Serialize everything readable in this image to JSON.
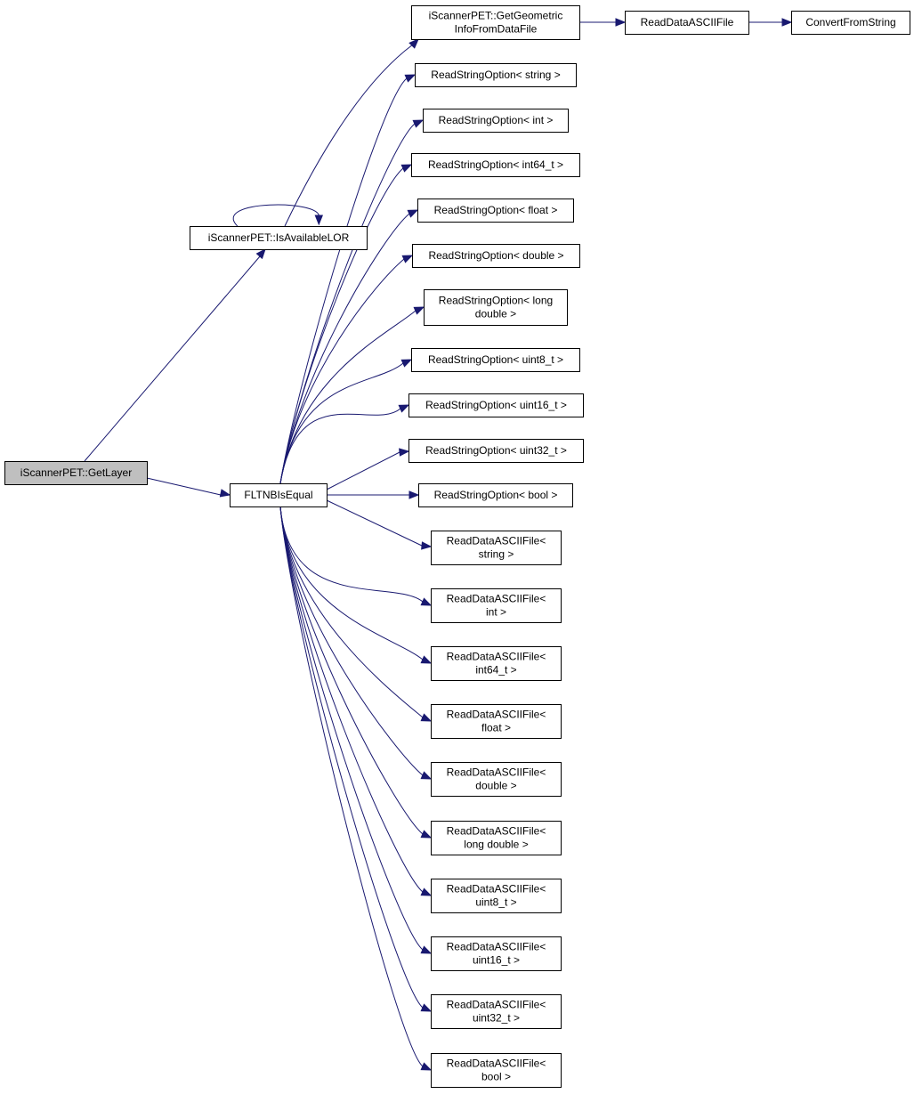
{
  "nodes": {
    "get_layer": {
      "lines": [
        "iScannerPET::GetLayer"
      ]
    },
    "is_available_lor": {
      "lines": [
        "iScannerPET::IsAvailableLOR"
      ]
    },
    "fltnb_is_equal": {
      "lines": [
        "FLTNBIsEqual"
      ]
    },
    "get_geometric_info": {
      "lines": [
        "iScannerPET::GetGeometric",
        "InfoFromDataFile"
      ]
    },
    "read_data_ascii_file": {
      "lines": [
        "ReadDataASCIIFile"
      ]
    },
    "convert_from_string": {
      "lines": [
        "ConvertFromString"
      ]
    },
    "rso_string": {
      "lines": [
        "ReadStringOption< string >"
      ]
    },
    "rso_int": {
      "lines": [
        "ReadStringOption< int >"
      ]
    },
    "rso_int64": {
      "lines": [
        "ReadStringOption< int64_t >"
      ]
    },
    "rso_float": {
      "lines": [
        "ReadStringOption< float >"
      ]
    },
    "rso_double": {
      "lines": [
        "ReadStringOption< double >"
      ]
    },
    "rso_long_double": {
      "lines": [
        "ReadStringOption< long",
        "double >"
      ]
    },
    "rso_uint8": {
      "lines": [
        "ReadStringOption< uint8_t >"
      ]
    },
    "rso_uint16": {
      "lines": [
        "ReadStringOption< uint16_t >"
      ]
    },
    "rso_uint32": {
      "lines": [
        "ReadStringOption< uint32_t >"
      ]
    },
    "rso_bool": {
      "lines": [
        "ReadStringOption< bool >"
      ]
    },
    "rdaf_string": {
      "lines": [
        "ReadDataASCIIFile<",
        "string >"
      ]
    },
    "rdaf_int": {
      "lines": [
        "ReadDataASCIIFile<",
        "int >"
      ]
    },
    "rdaf_int64": {
      "lines": [
        "ReadDataASCIIFile<",
        "int64_t >"
      ]
    },
    "rdaf_float": {
      "lines": [
        "ReadDataASCIIFile<",
        "float >"
      ]
    },
    "rdaf_double": {
      "lines": [
        "ReadDataASCIIFile<",
        "double >"
      ]
    },
    "rdaf_long_double": {
      "lines": [
        "ReadDataASCIIFile<",
        "long double >"
      ]
    },
    "rdaf_uint8": {
      "lines": [
        "ReadDataASCIIFile<",
        "uint8_t >"
      ]
    },
    "rdaf_uint16": {
      "lines": [
        "ReadDataASCIIFile<",
        "uint16_t >"
      ]
    },
    "rdaf_uint32": {
      "lines": [
        "ReadDataASCIIFile<",
        "uint32_t >"
      ]
    },
    "rdaf_bool": {
      "lines": [
        "ReadDataASCIIFile<",
        "bool >"
      ]
    }
  },
  "edges": [
    [
      "get_layer",
      "is_available_lor"
    ],
    [
      "get_layer",
      "fltnb_is_equal"
    ],
    [
      "is_available_lor",
      "is_available_lor"
    ],
    [
      "is_available_lor",
      "get_geometric_info"
    ],
    [
      "get_geometric_info",
      "read_data_ascii_file"
    ],
    [
      "read_data_ascii_file",
      "convert_from_string"
    ],
    [
      "fltnb_is_equal",
      "rso_string"
    ],
    [
      "fltnb_is_equal",
      "rso_int"
    ],
    [
      "fltnb_is_equal",
      "rso_int64"
    ],
    [
      "fltnb_is_equal",
      "rso_float"
    ],
    [
      "fltnb_is_equal",
      "rso_double"
    ],
    [
      "fltnb_is_equal",
      "rso_long_double"
    ],
    [
      "fltnb_is_equal",
      "rso_uint8"
    ],
    [
      "fltnb_is_equal",
      "rso_uint16"
    ],
    [
      "fltnb_is_equal",
      "rso_uint32"
    ],
    [
      "fltnb_is_equal",
      "rso_bool"
    ],
    [
      "fltnb_is_equal",
      "rdaf_string"
    ],
    [
      "fltnb_is_equal",
      "rdaf_int"
    ],
    [
      "fltnb_is_equal",
      "rdaf_int64"
    ],
    [
      "fltnb_is_equal",
      "rdaf_float"
    ],
    [
      "fltnb_is_equal",
      "rdaf_double"
    ],
    [
      "fltnb_is_equal",
      "rdaf_long_double"
    ],
    [
      "fltnb_is_equal",
      "rdaf_uint8"
    ],
    [
      "fltnb_is_equal",
      "rdaf_uint16"
    ],
    [
      "fltnb_is_equal",
      "rdaf_uint32"
    ],
    [
      "fltnb_is_equal",
      "rdaf_bool"
    ]
  ],
  "colors": {
    "edge": "#191970",
    "root_fill": "#bfbfbf",
    "node_fill": "#ffffff",
    "node_border": "#000000"
  }
}
